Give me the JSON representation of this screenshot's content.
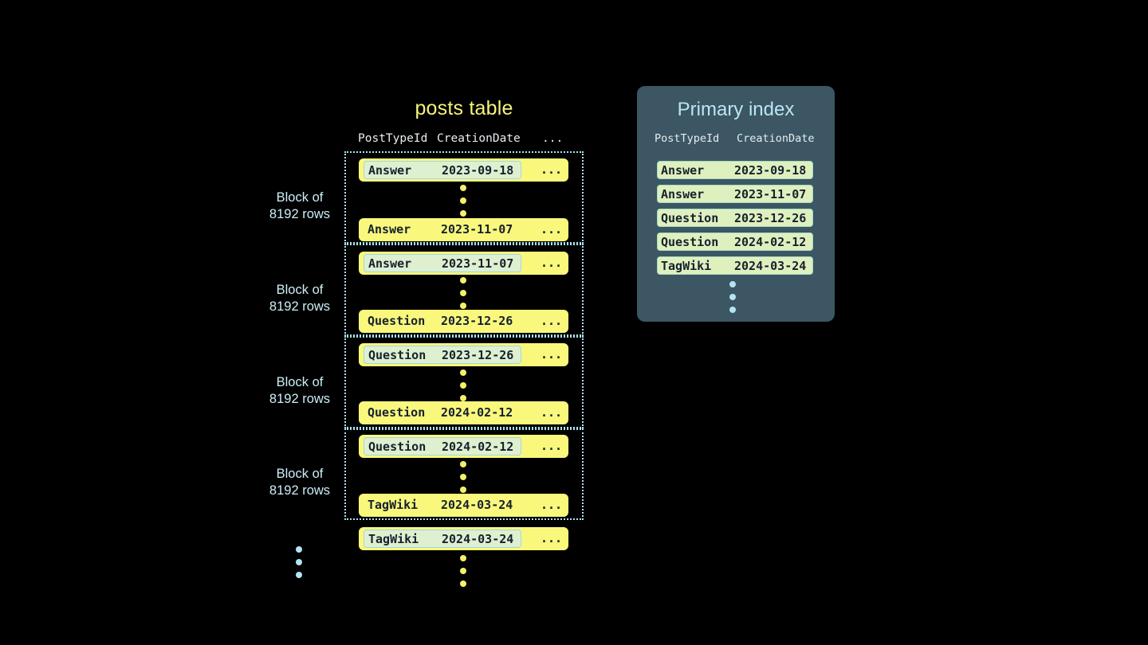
{
  "posts_table": {
    "title": "posts table",
    "headers": {
      "post_type_id": "PostTypeId",
      "creation_date": "CreationDate",
      "more": "..."
    },
    "row_more": "...",
    "blocks": [
      {
        "label_line1": "Block of",
        "label_line2": "8192 rows",
        "first_row": {
          "post_type_id": "Answer",
          "creation_date": "2023-09-18",
          "highlighted": true
        },
        "last_row": {
          "post_type_id": "Answer",
          "creation_date": "2023-11-07",
          "highlighted": false
        }
      },
      {
        "label_line1": "Block of",
        "label_line2": "8192 rows",
        "first_row": {
          "post_type_id": "Answer",
          "creation_date": "2023-11-07",
          "highlighted": true
        },
        "last_row": {
          "post_type_id": "Question",
          "creation_date": "2023-12-26",
          "highlighted": false
        }
      },
      {
        "label_line1": "Block of",
        "label_line2": "8192 rows",
        "first_row": {
          "post_type_id": "Question",
          "creation_date": "2023-12-26",
          "highlighted": true
        },
        "last_row": {
          "post_type_id": "Question",
          "creation_date": "2024-02-12",
          "highlighted": false
        }
      },
      {
        "label_line1": "Block of",
        "label_line2": "8192 rows",
        "first_row": {
          "post_type_id": "Question",
          "creation_date": "2024-02-12",
          "highlighted": true
        },
        "last_row": {
          "post_type_id": "TagWiki",
          "creation_date": "2024-03-24",
          "highlighted": false
        }
      }
    ],
    "trailing_row": {
      "post_type_id": "TagWiki",
      "creation_date": "2024-03-24",
      "highlighted": true
    }
  },
  "primary_index": {
    "title": "Primary index",
    "headers": {
      "post_type_id": "PostTypeId",
      "creation_date": "CreationDate"
    },
    "rows": [
      {
        "post_type_id": "Answer",
        "creation_date": "2023-09-18"
      },
      {
        "post_type_id": "Answer",
        "creation_date": "2023-11-07"
      },
      {
        "post_type_id": "Question",
        "creation_date": "2023-12-26"
      },
      {
        "post_type_id": "Question",
        "creation_date": "2024-02-12"
      },
      {
        "post_type_id": "TagWiki",
        "creation_date": "2024-03-24"
      }
    ]
  },
  "colors": {
    "background": "#000000",
    "row_yellow": "#f9f87c",
    "highlight_mint": "#dff0d0",
    "highlight_border": "#9fd6e8",
    "block_border": "#a9e3f2",
    "label_blue": "#cdeef7",
    "title_yellow": "#f5f57a",
    "panel_background": "#3c5663",
    "panel_title": "#b9e6f5",
    "index_row": "#dff0bf",
    "dot_yellow": "#f5f06a",
    "dot_blue": "#b3e5f4",
    "text_dark": "#17202e",
    "header_text": "#e8eef2"
  }
}
